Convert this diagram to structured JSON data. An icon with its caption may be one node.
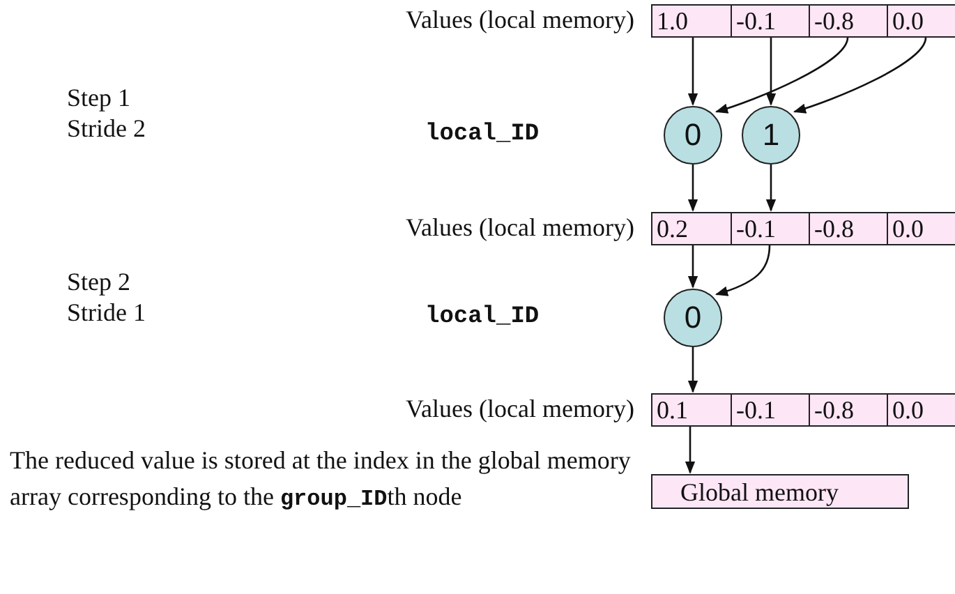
{
  "diagram": {
    "nodes": [
      {
        "text": [
          "1.0"
        ]
      },
      {
        "text": [
          "-0.1"
        ]
      },
      {
        "text": [
          "-0.8"
        ]
      },
      {
        "text": [
          "0.0"
        ]
      },
      {
        "text": [
          "0"
        ]
      },
      {
        "text": [
          "1"
        ]
      },
      {
        "text": [
          "0.2"
        ]
      },
      {
        "text": [
          "-0.1"
        ]
      },
      {
        "text": [
          "-0.8"
        ]
      },
      {
        "text": [
          "0.0"
        ]
      },
      {
        "text": [
          "0"
        ]
      },
      {
        "text": [
          "0.1"
        ]
      },
      {
        "text": [
          "-0.1"
        ]
      },
      {
        "text": [
          "-0.8"
        ]
      },
      {
        "text": [
          "0.0"
        ]
      },
      {
        "text": [
          "Global memory"
        ]
      }
    ],
    "edges": [
      {
        "from": 0,
        "to": 4,
        "arrow": "to"
      },
      {
        "from": 2,
        "to": 4,
        "arrow": "to"
      },
      {
        "from": 1,
        "to": 5,
        "arrow": "to"
      },
      {
        "from": 3,
        "to": 5,
        "arrow": "to"
      },
      {
        "from": 4,
        "to": 6,
        "arrow": "to"
      },
      {
        "from": 5,
        "to": 7,
        "arrow": "to"
      },
      {
        "from": 6,
        "to": 10,
        "arrow": "to"
      },
      {
        "from": 7,
        "to": 10,
        "arrow": "to"
      },
      {
        "from": 10,
        "to": 11,
        "arrow": "to"
      },
      {
        "from": 11,
        "to": 15,
        "arrow": "to"
      }
    ],
    "labels": [
      "Values (local memory)",
      "Step 1",
      "Stride 2",
      "local_ID",
      "Values (local memory)",
      "Step 2",
      "Stride 1",
      "local_ID",
      "Values (local memory)",
      "The reduced value is stored at the index in the global memory array corresponding to the **group_ID**th node"
    ]
  }
}
